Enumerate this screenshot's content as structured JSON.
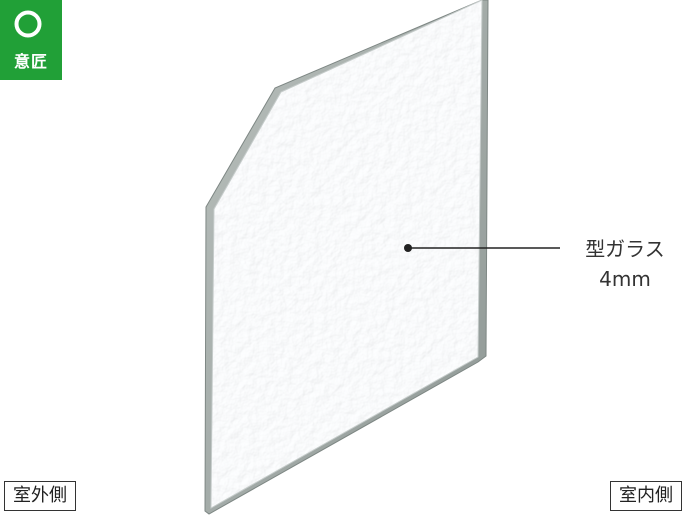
{
  "badge": {
    "symbol": "○",
    "label": "意匠",
    "color": "#21a037"
  },
  "glass": {
    "name": "型ガラス",
    "thickness": "4mm",
    "edge_color": "#9aa3a0",
    "surface_color": "#f4f6f6"
  },
  "sides": {
    "outdoor": "室外側",
    "indoor": "室内側"
  }
}
